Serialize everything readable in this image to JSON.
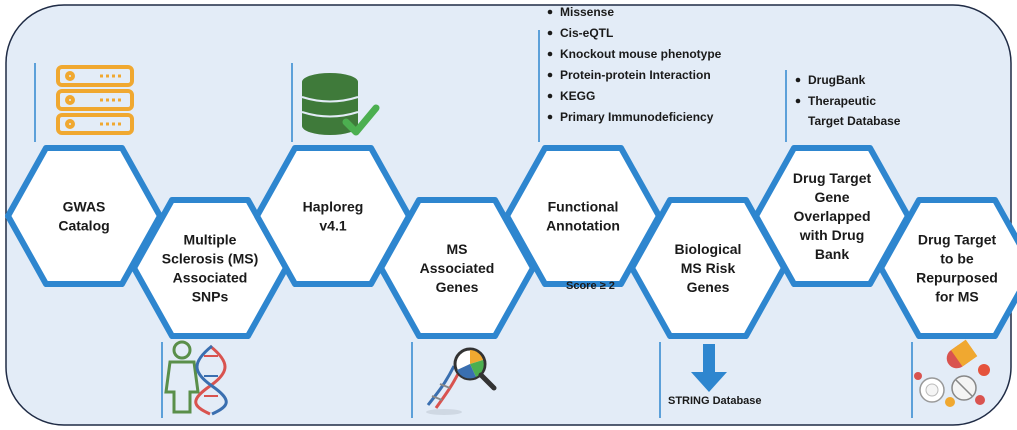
{
  "colors": {
    "background": "#e3ecf7",
    "hex_stroke": "#2e86cf",
    "icon_orange": "#f0a830",
    "icon_green": "#3f7a3a",
    "icon_check": "#4caf50",
    "person_green": "#5a8f4a",
    "dna_red": "#d9534f",
    "dna_blue": "#3a6fb0"
  },
  "steps": [
    {
      "id": "gwas",
      "lines": [
        "GWAS",
        "Catalog"
      ]
    },
    {
      "id": "ms-snps",
      "lines": [
        "Multiple",
        "Sclerosis (MS)",
        "Associated",
        "SNPs"
      ]
    },
    {
      "id": "haploreg",
      "lines": [
        "Haploreg",
        "v4.1"
      ]
    },
    {
      "id": "ms-genes",
      "lines": [
        "MS",
        "Associated",
        "Genes"
      ]
    },
    {
      "id": "functional",
      "lines": [
        "Functional",
        "Annotation"
      ]
    },
    {
      "id": "risk-genes",
      "lines": [
        "Biological",
        "MS Risk",
        "Genes"
      ]
    },
    {
      "id": "drug-target",
      "lines": [
        "Drug Target",
        "Gene",
        "Overlapped",
        "with Drug",
        "Bank"
      ]
    },
    {
      "id": "repurposed",
      "lines": [
        "Drug Target",
        "to be",
        "Repurposed",
        "for MS"
      ]
    }
  ],
  "annotation_criteria": [
    "Missense",
    "Cis-eQTL",
    "Knockout mouse phenotype",
    "Protein-protein Interaction",
    "KEGG",
    "Primary Immunodeficiency"
  ],
  "drug_databases": [
    "DrugBank",
    "Therapeutic",
    "Target Database"
  ],
  "score_label": "Score ≥ 2",
  "string_label": "STRING Database",
  "icons": [
    "database-server-icon",
    "database-check-icon",
    "person-icon",
    "dna-icon",
    "dna-magnifier-icon",
    "down-arrow-icon",
    "pills-icon"
  ]
}
